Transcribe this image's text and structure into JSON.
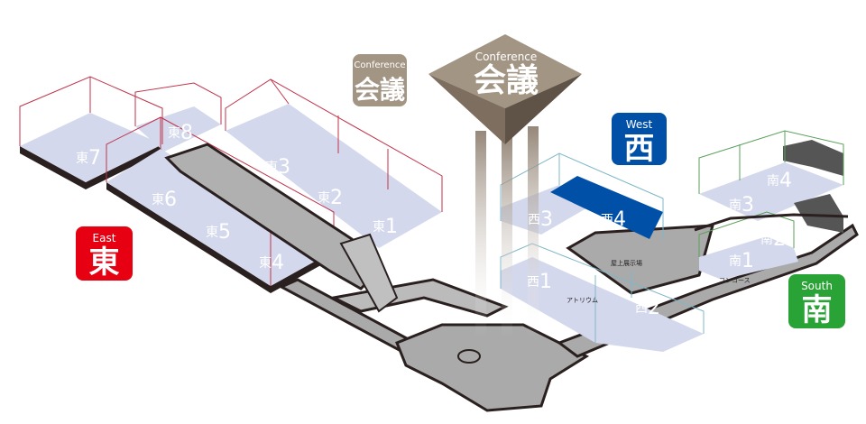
{
  "badges": {
    "east": {
      "en": "East",
      "jp": "東",
      "color": "#e60012"
    },
    "west": {
      "en": "West",
      "jp": "西",
      "color": "#0050a8"
    },
    "south": {
      "en": "South",
      "jp": "南",
      "color": "#2aa336"
    },
    "conference_small": {
      "en": "Conference",
      "jp": "会議",
      "color": "#a39584"
    },
    "conference_tower": {
      "en": "Conference",
      "jp": "会議",
      "color": "#a39584"
    }
  },
  "halls": {
    "east": {
      "prefix": "東",
      "numbers": [
        "1",
        "2",
        "3",
        "4",
        "5",
        "6",
        "7",
        "8"
      ]
    },
    "west": {
      "prefix": "西",
      "numbers": [
        "1",
        "2",
        "3",
        "4"
      ]
    },
    "south": {
      "prefix": "南",
      "numbers": [
        "1",
        "2",
        "3",
        "4"
      ]
    }
  },
  "areas": {
    "rooftop": "屋上展示場",
    "atrium": "アトリウム",
    "concourse": "コンコース"
  },
  "colors": {
    "east_outline": "#c0334a",
    "west_outline": "#7fb7c9",
    "south_outline": "#5aa05a",
    "floor": "#d4d8ec",
    "walkway": "#aaaaaa",
    "west4_fill": "#0050a8"
  }
}
